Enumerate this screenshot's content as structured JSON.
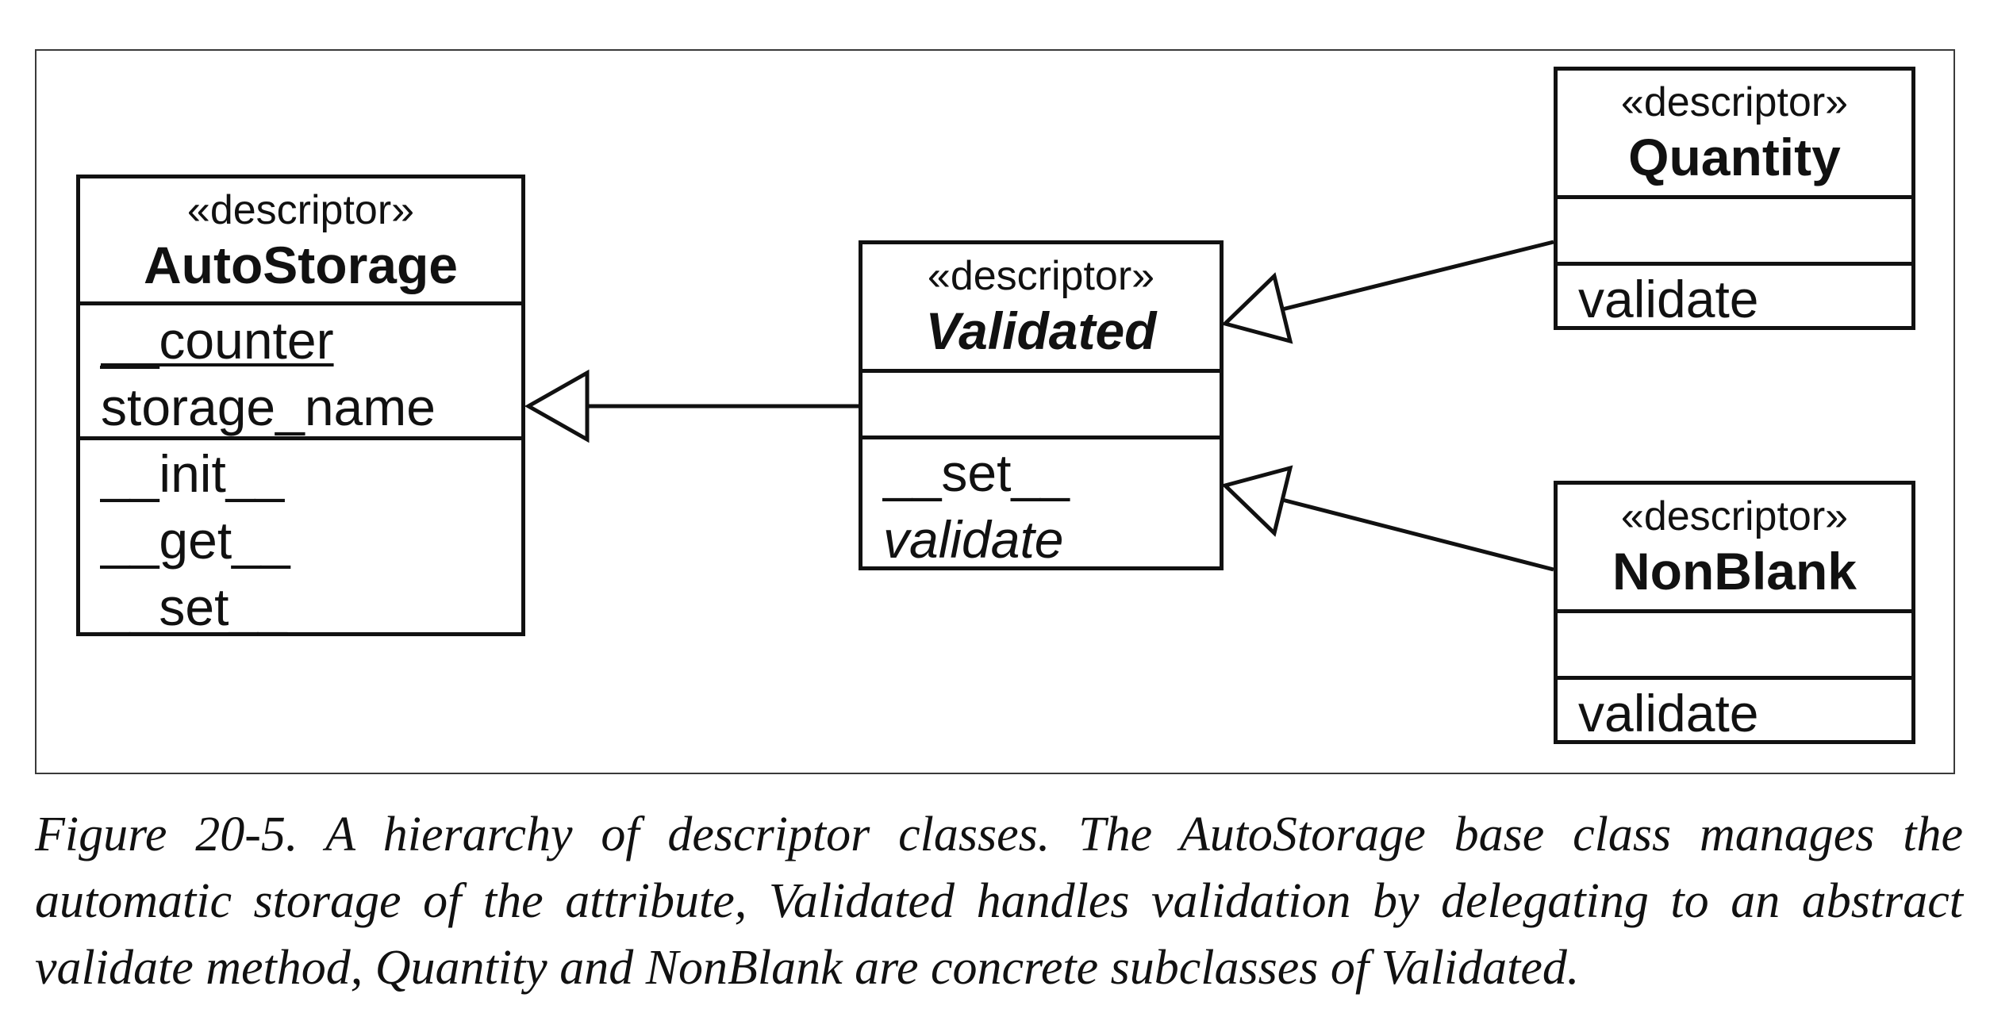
{
  "classes": {
    "autostorage": {
      "stereotype": "«descriptor»",
      "name": "AutoStorage",
      "attributes": [
        "__counter",
        "storage_name"
      ],
      "methods": [
        "__init__",
        "__get__",
        "__set__"
      ]
    },
    "validated": {
      "stereotype": "«descriptor»",
      "name": "Validated",
      "attributes": [],
      "methods": [
        "__set__",
        "validate"
      ]
    },
    "quantity": {
      "stereotype": "«descriptor»",
      "name": "Quantity",
      "attributes": [],
      "methods": [
        "validate"
      ]
    },
    "nonblank": {
      "stereotype": "«descriptor»",
      "name": "NonBlank",
      "attributes": [],
      "methods": [
        "validate"
      ]
    }
  },
  "relations": [
    {
      "type": "generalization",
      "from": "Validated",
      "to": "AutoStorage"
    },
    {
      "type": "generalization",
      "from": "Quantity",
      "to": "Validated"
    },
    {
      "type": "generalization",
      "from": "NonBlank",
      "to": "Validated"
    }
  ],
  "caption": {
    "text": "Figure 20-5. A hierarchy of descriptor classes. The AutoStorage base class manages the automatic storage of the attribute, Validated handles validation by delegating to an abstract validate method, Quantity and NonBlank are concrete subclasses of Validated."
  }
}
